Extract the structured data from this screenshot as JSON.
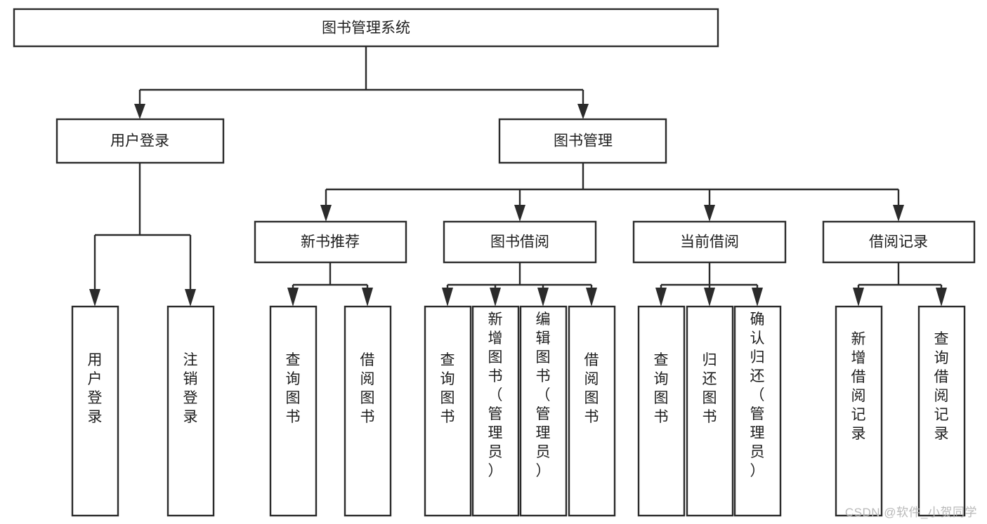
{
  "diagram": {
    "type": "tree",
    "title": "图书管理系统",
    "orientation": "top-down",
    "colors": {
      "box_stroke": "#2b2b2b",
      "box_fill": "#ffffff",
      "connector": "#2b2b2b",
      "text": "#1d1d1d",
      "watermark": "#b9b9b9",
      "background": "#ffffff"
    },
    "root": {
      "label": "图书管理系统"
    },
    "level2": [
      {
        "id": "user-login",
        "label": "用户登录"
      },
      {
        "id": "book-management",
        "label": "图书管理"
      }
    ],
    "level3": [
      {
        "id": "new-book-recommend",
        "label": "新书推荐",
        "parent": "book-management"
      },
      {
        "id": "book-borrow",
        "label": "图书借阅",
        "parent": "book-management"
      },
      {
        "id": "current-borrow",
        "label": "当前借阅",
        "parent": "book-management"
      },
      {
        "id": "borrow-record",
        "label": "借阅记录",
        "parent": "book-management"
      }
    ],
    "leaves": {
      "user-login": [
        {
          "id": "leaf-user-login",
          "label": "用户登录"
        },
        {
          "id": "leaf-user-logout",
          "label": "注销登录"
        }
      ],
      "new-book-recommend": [
        {
          "id": "leaf-query-book-1",
          "label": "查询图书"
        },
        {
          "id": "leaf-borrow-book-1",
          "label": "借阅图书"
        }
      ],
      "book-borrow": [
        {
          "id": "leaf-query-book-2",
          "label": "查询图书"
        },
        {
          "id": "leaf-add-book",
          "label": "新增图书（管理员）"
        },
        {
          "id": "leaf-edit-book",
          "label": "编辑图书（管理员）"
        },
        {
          "id": "leaf-borrow-book-2",
          "label": "借阅图书"
        }
      ],
      "current-borrow": [
        {
          "id": "leaf-query-book-3",
          "label": "查询图书"
        },
        {
          "id": "leaf-return-book",
          "label": "归还图书"
        },
        {
          "id": "leaf-confirm-return",
          "label": "确认归还（管理员）"
        }
      ],
      "borrow-record": [
        {
          "id": "leaf-add-record",
          "label": "新增借阅记录"
        },
        {
          "id": "leaf-query-record",
          "label": "查询借阅记录"
        }
      ]
    }
  },
  "watermark": {
    "text": "CSDN @软件_小贺同学"
  }
}
